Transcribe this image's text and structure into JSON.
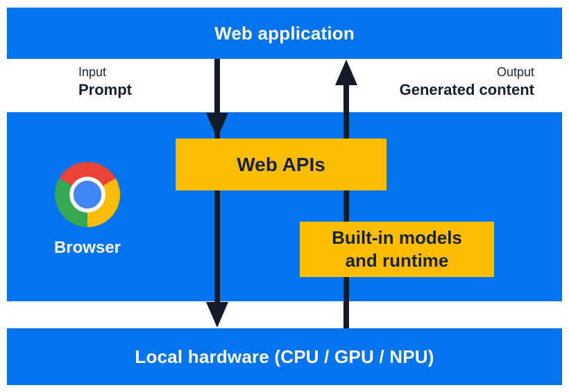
{
  "colors": {
    "panel_blue": "#0473ee",
    "box_yellow": "#fcbd00",
    "arrow_navy": "#131b29",
    "text_navy": "#18222f",
    "text_white": "#ffffff",
    "chrome_red": "#ea4335",
    "chrome_yellow": "#fbbc05",
    "chrome_green": "#34a853",
    "chrome_blue": "#4285f4"
  },
  "top_bar": {
    "label": "Web application"
  },
  "io_labels": {
    "input_caption": "Input",
    "input_value": "Prompt",
    "output_caption": "Output",
    "output_value": "Generated content"
  },
  "browser_panel": {
    "browser_label": "Browser",
    "web_apis_label": "Web APIs",
    "builtin_line1": "Built-in models",
    "builtin_line2": "and runtime"
  },
  "bottom_bar": {
    "label": "Local hardware (CPU / GPU / NPU)"
  }
}
